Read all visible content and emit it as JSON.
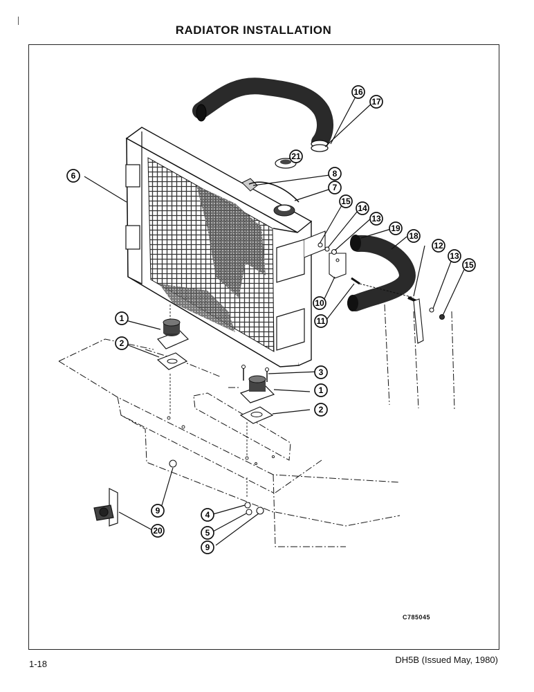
{
  "page": {
    "title": "RADIATOR INSTALLATION",
    "figure_code": "C785045",
    "page_number": "1-18",
    "document_ref": "DH5B (Issued May, 1980)"
  },
  "callouts": [
    "1",
    "2",
    "3",
    "1",
    "2",
    "4",
    "5",
    "6",
    "7",
    "8",
    "9",
    "9",
    "10",
    "11",
    "12",
    "13",
    "13",
    "14",
    "15",
    "15",
    "16",
    "17",
    "18",
    "19",
    "20",
    "21"
  ]
}
